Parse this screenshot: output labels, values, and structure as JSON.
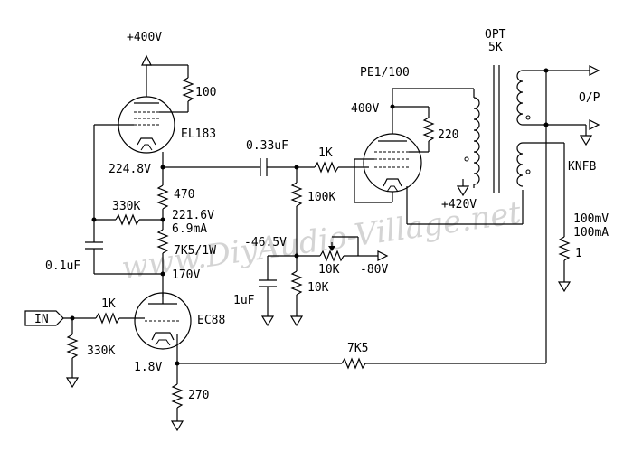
{
  "labels": {
    "b400": "+400V",
    "r100": "100",
    "el183": "EL183",
    "c033": "0.33uF",
    "r1k_top": "1K",
    "pe1": "PE1/100",
    "v400": "400V",
    "r220": "220",
    "opt": "OPT",
    "opt_imp": "5K",
    "op": "O/P",
    "knfb": "KNFB",
    "v2248": "224.8V",
    "r470": "470",
    "r100k": "100K",
    "b420": "+420V",
    "r330k_mid": "330K",
    "v2216": "221.6V",
    "i69": "6.9mA",
    "v465": "-46.5V",
    "r7k5w": "7K5/1W",
    "r10k_pot": "10K",
    "b80": "-80V",
    "c01": "0.1uF",
    "v170": "170V",
    "c1u": "1uF",
    "r10k": "10K",
    "meas_mv": "100mV",
    "meas_ma": "100mA",
    "r1": "1",
    "in": "IN",
    "r1k_in": "1K",
    "ec88": "EC88",
    "r330k_in": "330K",
    "v18": "1.8V",
    "r7k5": "7K5",
    "r270": "270",
    "watermark": "www.DiyAudio-Village.net"
  }
}
